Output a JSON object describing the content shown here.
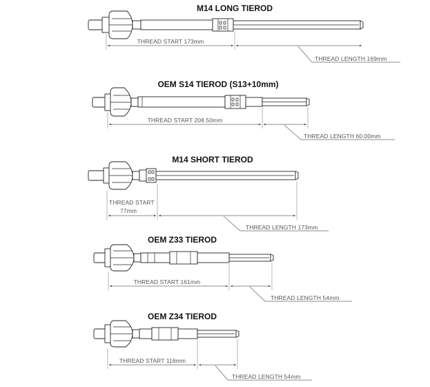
{
  "tierods": [
    {
      "title": "M14 LONG TIEROD",
      "thread_start_label": "THREAD START 173mm",
      "thread_length_label": "THREAD LENGTH 169mm"
    },
    {
      "title": "OEM S14 TIEROD (S13+10mm)",
      "thread_start_label": "THREAD START 208.50mm",
      "thread_length_label": "THREAD LENGTH 60.00mm"
    },
    {
      "title": "M14 SHORT TIEROD",
      "thread_start_label_line1": "THREAD START",
      "thread_start_label_line2": "77mm",
      "thread_length_label": "THREAD LENGTH 173mm"
    },
    {
      "title": "OEM Z33 TIEROD",
      "thread_start_label": "THREAD START 161mm",
      "thread_length_label": "THREAD LENGTH 54mm"
    },
    {
      "title": "OEM Z34 TIEROD",
      "thread_start_label": "THREAD START 116mm",
      "thread_length_label": "THREAD LENGTH 54mm"
    }
  ]
}
